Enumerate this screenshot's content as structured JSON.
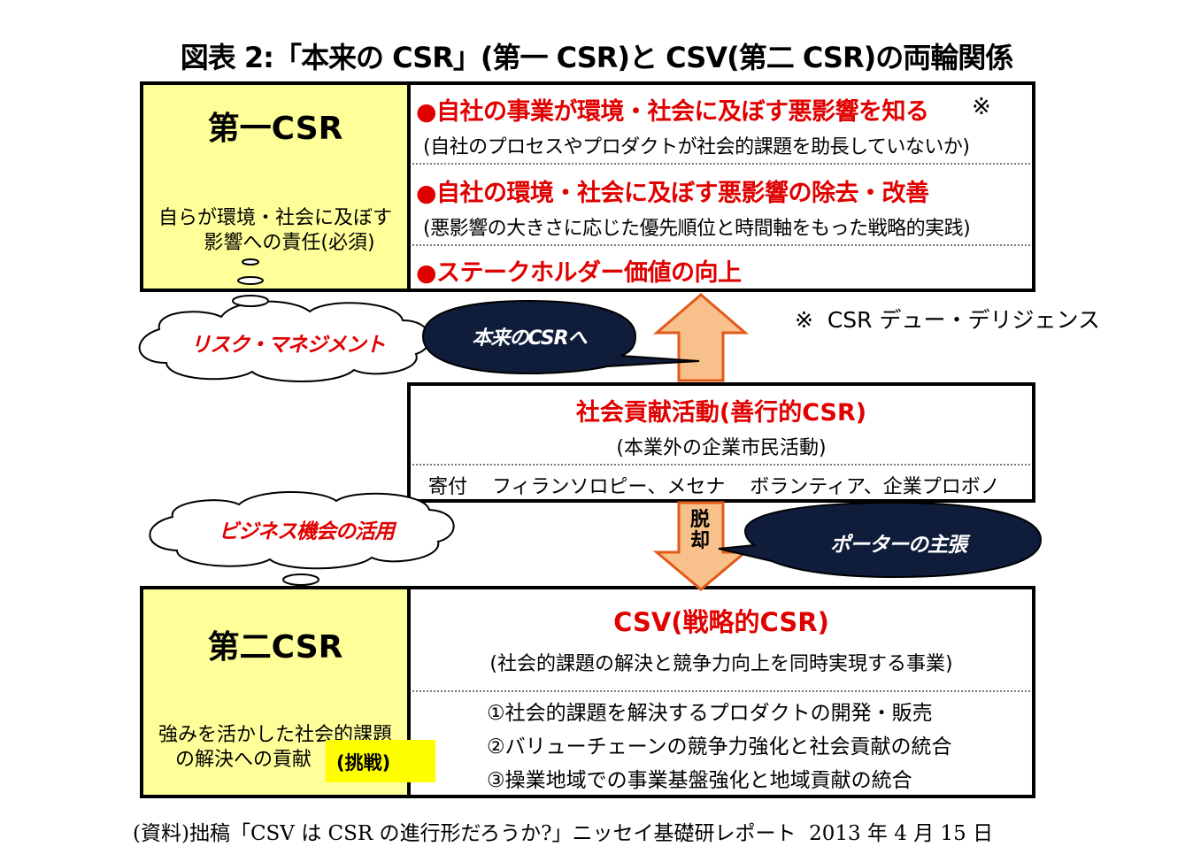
{
  "title": "図表 2:「本来の CSR」(第一 CSR)と CSV(第二 CSR)の両輪関係",
  "first_csr": {
    "heading": "第一CSR",
    "desc_line1": "自らが環境・社会に及ぼす",
    "desc_line2": "影響への責任(必須)",
    "items": [
      {
        "main": "●自社の事業が環境・社会に及ぼす悪影響を知る",
        "mark": "※",
        "sub": "(自社のプロセスやプロダクトが社会的課題を助長していないか)"
      },
      {
        "main": "●自社の環境・社会に及ぼす悪影響の除去・改善",
        "sub": "(悪影響の大きさに応じた優先順位と時間軸をもった戦略的実践)"
      },
      {
        "main": "●ステークホルダー価値の向上"
      }
    ]
  },
  "note": "※  CSR デュー・デリジェンス",
  "cloud_risk": "リスク・マネジメント",
  "cloud_business": "ビジネス機会の活用",
  "bubble_original": "本来のCSRへ",
  "bubble_porter": "ポーターの主張",
  "social": {
    "heading": "社会貢献活動(善行的CSR)",
    "sub": "(本業外の企業市民活動)",
    "examples": "寄付    フィランソロピー、メセナ    ボランティア、企業プロボノ"
  },
  "departure": "脱却",
  "second_csr": {
    "heading": "第二CSR",
    "desc_line1": "強みを活かした社会的課題",
    "desc_line2": "の解決への貢献",
    "challenge": "(挑戦)",
    "csv_heading": "CSV(戦略的CSR)",
    "csv_sub": "(社会的課題の解決と競争力向上を同時実現する事業)",
    "items": [
      "①社会的課題を解決するプロダクトの開発・販売",
      "②バリューチェーンの競争力強化と社会貢献の統合",
      "③操業地域での事業基盤強化と地域貢献の統合"
    ]
  },
  "source": "(資料)拙稿「CSV は CSR の進行形だろうか?」ニッセイ基礎研レポート  2013 年 4 月 15 日",
  "colors": {
    "red": "#e00000",
    "yellow": "#ffff99",
    "arrow_fill": "#f8c08a",
    "arrow_stroke": "#e05a1a",
    "bubble": "#0f1d3a"
  }
}
